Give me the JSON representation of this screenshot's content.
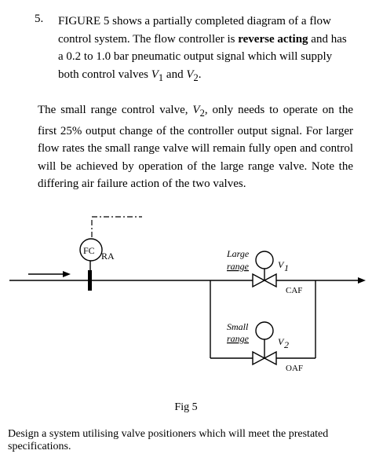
{
  "question": {
    "number": "5.",
    "intro_before_bold": "FIGURE 5 shows a partially completed diagram of a flow control system. The flow controller is ",
    "bold_phrase": "reverse acting",
    "intro_after_bold": " and has a 0.2 to 1.0 bar pneumatic output signal which will supply both control valves ",
    "v1_letter": "V",
    "v1_sub": "1",
    "and_word": " and ",
    "v2_letter": "V",
    "v2_sub": "2",
    "period": "."
  },
  "note": {
    "before_v2": "The small range control valve, ",
    "v2_letter": "V",
    "v2_sub": "2",
    "after_v2": ", only needs to operate on the first 25% output change of the controller output signal. For larger flow rates the small range valve will remain fully open and control will be achieved by operation of the large range valve. Note the differing air failure action of the two valves."
  },
  "diagram": {
    "controller_tag": "FC",
    "ra_label": "RA",
    "large_valve": {
      "line1": "Large",
      "line2": "range",
      "tag_letter": "V",
      "tag_sub": "1",
      "failure_action": "CAF"
    },
    "small_valve": {
      "line1": "Small",
      "line2": "range",
      "tag_letter": "V",
      "tag_sub": "2",
      "failure_action": "OAF"
    }
  },
  "figure_caption": "Fig 5",
  "task_text": "Design a system utilising valve positioners which will meet the prestated specifications."
}
